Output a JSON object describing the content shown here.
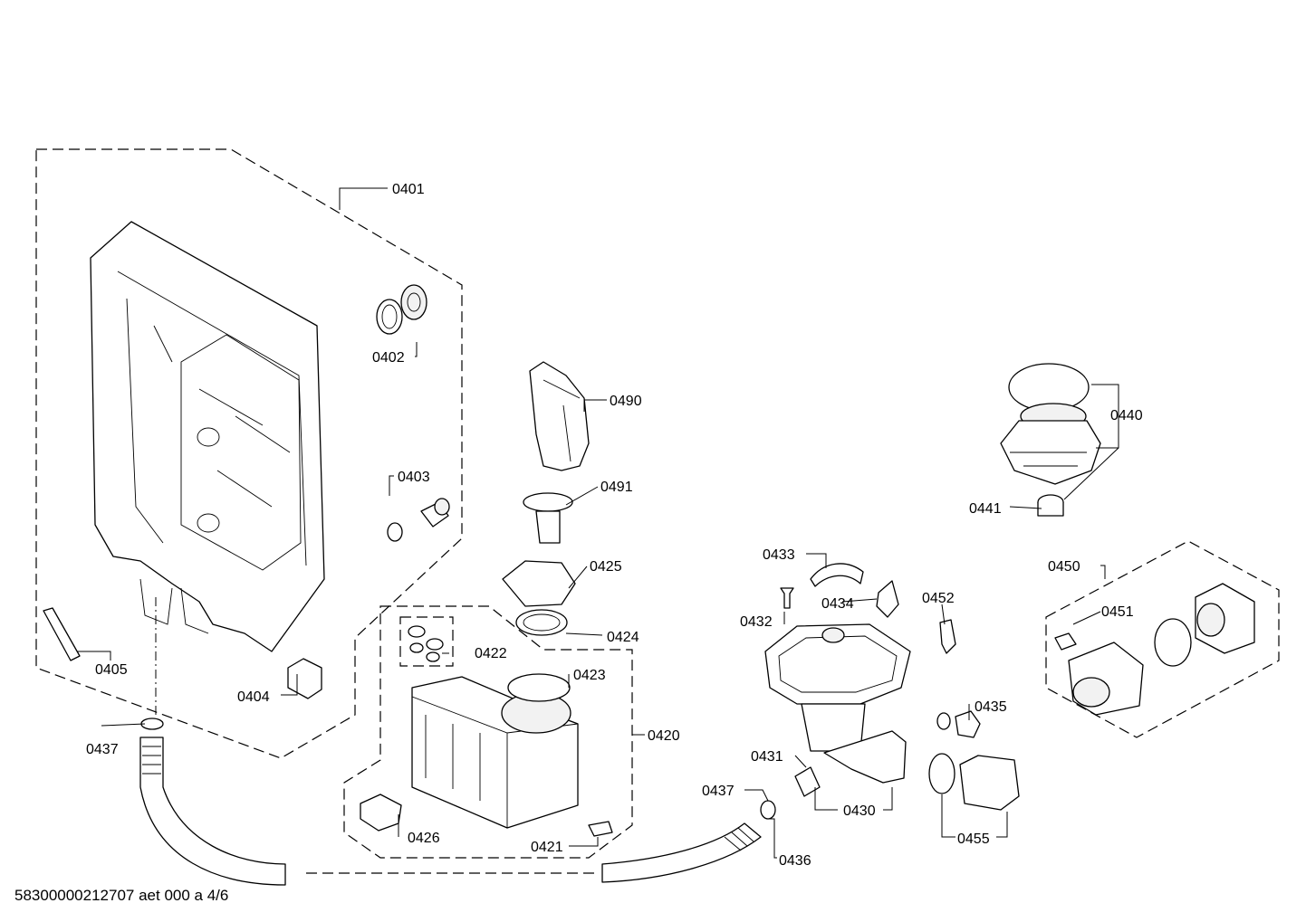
{
  "footer": "58300000212707 aet 000 a 4/6",
  "callouts": {
    "p0401": "0401",
    "p0402": "0402",
    "p0403": "0403",
    "p0404": "0404",
    "p0405": "0405",
    "p0437a": "0437",
    "p0437b": "0437",
    "p0490": "0490",
    "p0491": "0491",
    "p0425": "0425",
    "p0424": "0424",
    "p0422": "0422",
    "p0423": "0423",
    "p0420": "0420",
    "p0426": "0426",
    "p0421": "0421",
    "p0433": "0433",
    "p0432": "0432",
    "p0434": "0434",
    "p0452": "0452",
    "p0431": "0431",
    "p0430": "0430",
    "p0435": "0435",
    "p0455": "0455",
    "p0436": "0436",
    "p0440": "0440",
    "p0441": "0441",
    "p0450": "0450",
    "p0451": "0451"
  }
}
